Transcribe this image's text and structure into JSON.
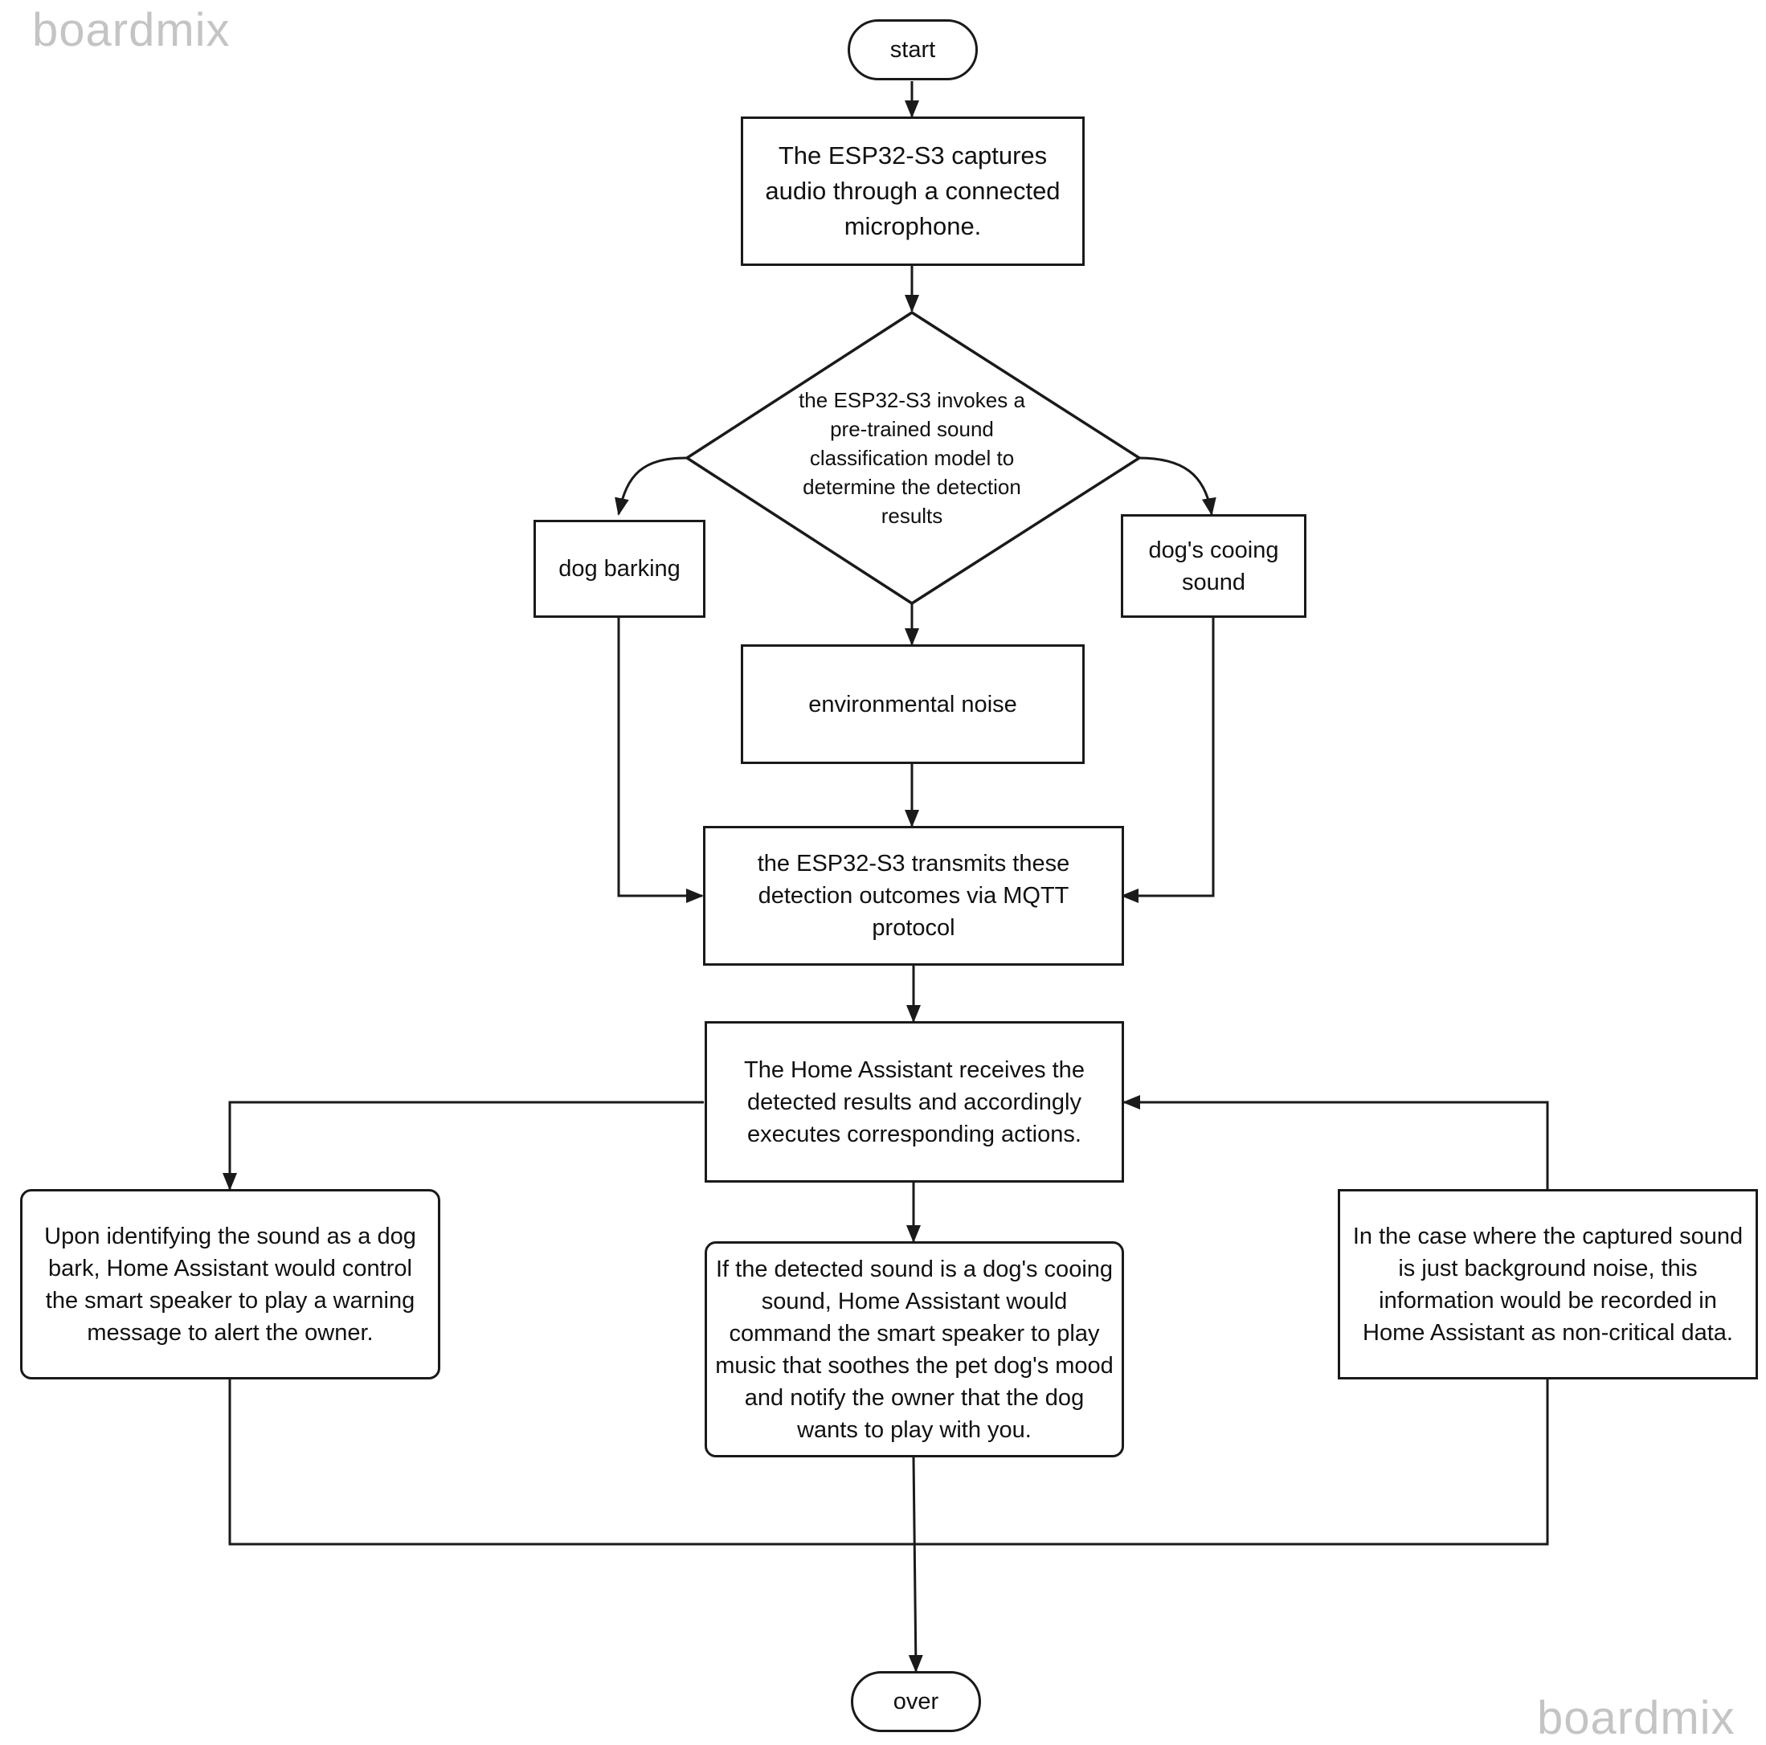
{
  "watermark": {
    "brand": "boardmix"
  },
  "nodes": {
    "start": "start",
    "capture": "The ESP32-S3 captures audio through a connected microphone.",
    "decision": "the ESP32-S3 invokes a pre-trained sound classification model to determine the detection results",
    "dog_barking": "dog barking",
    "dog_cooing": "dog's cooing sound",
    "env_noise": "environmental noise",
    "transmit": "the ESP32-S3 transmits these detection outcomes via MQTT protocol",
    "home_assistant": "The Home Assistant receives the detected results and accordingly executes corresponding actions.",
    "bark_action": "Upon identifying the sound as a dog bark, Home Assistant would control the smart speaker to play a warning message to alert the owner.",
    "cooing_action": "If the detected sound is a dog's cooing sound, Home Assistant would command the smart speaker to play music that soothes the pet dog's mood and notify the owner that the dog wants to play with you.",
    "noise_action": "In the case where the captured sound is just background noise, this information would be recorded in Home Assistant as non-critical data.",
    "over": "over"
  },
  "colors": {
    "stroke": "#1a1a1a",
    "watermark": "#c4c4c4",
    "background": "#ffffff"
  }
}
